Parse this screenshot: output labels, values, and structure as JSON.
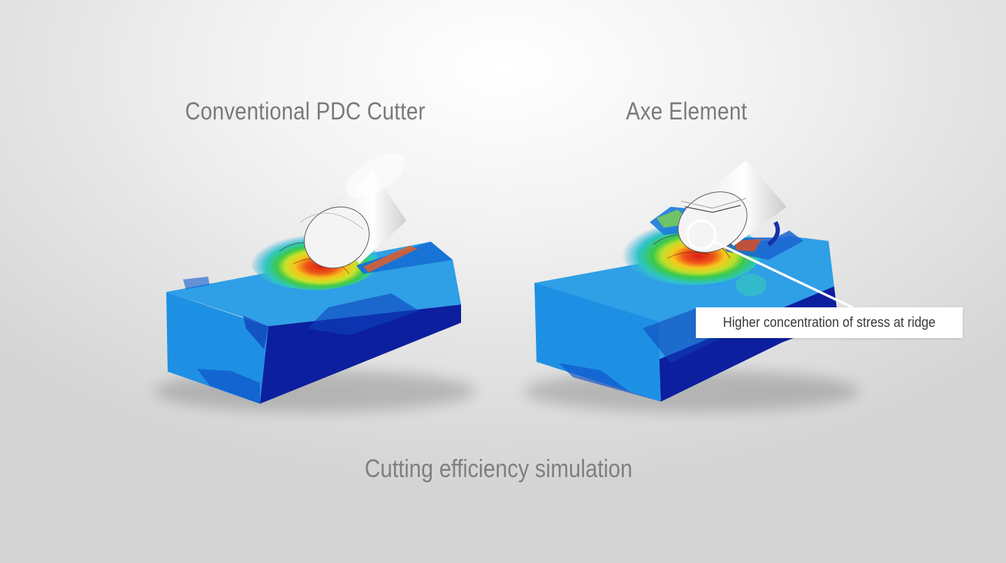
{
  "left_panel": {
    "title": "Conventional PDC Cutter"
  },
  "right_panel": {
    "title": "Axe Element",
    "callout_text": "Higher concentration of stress at ridge"
  },
  "caption": "Cutting efficiency simulation",
  "colors": {
    "background": "#e6e6e6",
    "block_light": "#2f9ee3",
    "block_dark": "#0b1f9e",
    "stress_high": "#e8331a",
    "stress_mid": "#f5e21c",
    "stress_low": "#35c94c",
    "cutter": "#f2f2f2",
    "text": "#7a7a7a"
  }
}
